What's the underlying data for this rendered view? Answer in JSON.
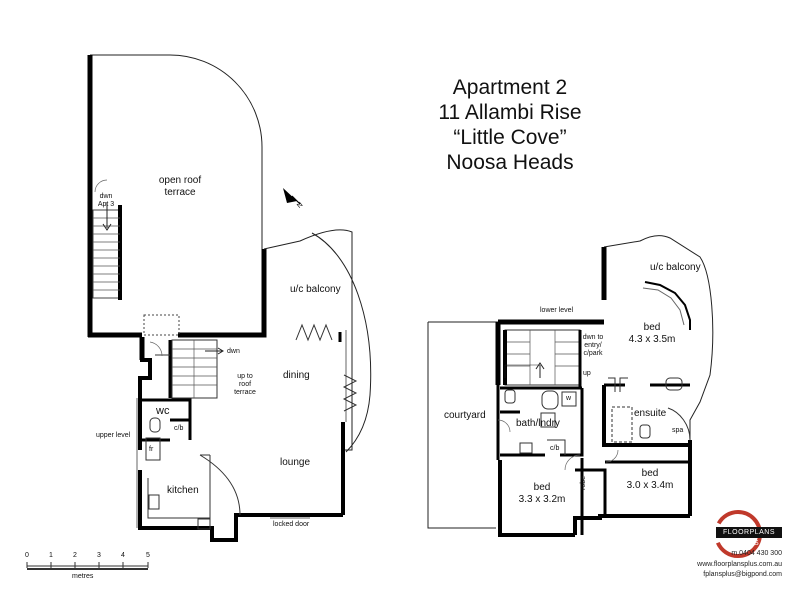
{
  "title": {
    "line1": "Apartment 2",
    "line2": "11 Allambi Rise",
    "line3": "“Little Cove”",
    "line4": "Noosa Heads"
  },
  "upper": {
    "open_roof_terrace": [
      "open roof",
      "terrace"
    ],
    "dwn_apt3": [
      "dwn",
      "Apt 3"
    ],
    "uc_balcony": "u/c balcony",
    "dwn": "dwn",
    "up_to_roof_terrace": [
      "up to",
      "roof",
      "terrace"
    ],
    "dining": "dining",
    "wc": "wc",
    "cb": "c/b",
    "upper_level": "upper level",
    "fr": "fr",
    "kitchen": "kitchen",
    "lounge": "lounge",
    "locked_door": "locked door"
  },
  "lower": {
    "uc_balcony": "u/c balcony",
    "lower_level": "lower level",
    "dwn_to_entry": [
      "dwn to",
      "entry/",
      "c/park"
    ],
    "bed1": [
      "bed",
      "4.3 x 3.5m"
    ],
    "up": "up",
    "courtyard": "courtyard",
    "w": "w",
    "bath_lndry": "bath/lndry",
    "ensuite": "ensuite",
    "spa": "spa",
    "cb": "c/b",
    "bed2": [
      "bed",
      "3.3 x 3.2m"
    ],
    "robe": "robe",
    "bed3": [
      "bed",
      "3.0 x 3.4m"
    ]
  },
  "compass": {
    "label": "N"
  },
  "scale": {
    "ticks": [
      "0",
      "1",
      "2",
      "3",
      "4",
      "5"
    ],
    "unit": "metres"
  },
  "logo": {
    "name": "FLOORPLANS PLUS"
  },
  "contact": {
    "mobile": "m.0404 430 300",
    "web": "www.floorplansplus.com.au",
    "email": "fplansplus@bigpond.com"
  },
  "colors": {
    "wall": "#000000",
    "line": "#333333",
    "accent": "#c0392b"
  }
}
